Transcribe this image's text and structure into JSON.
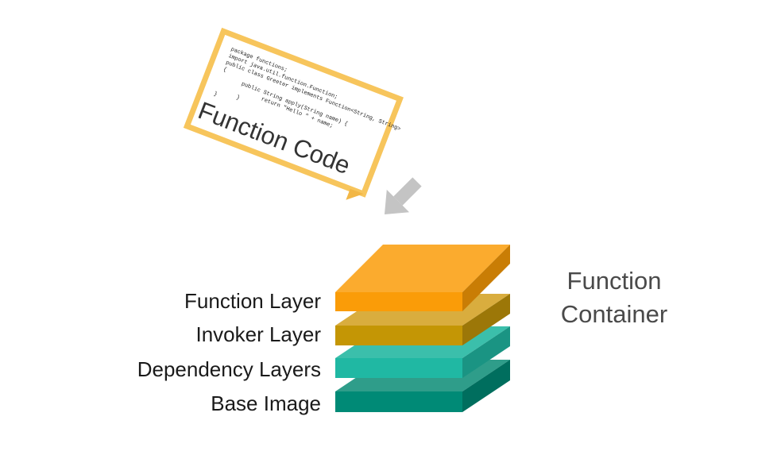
{
  "code_card": {
    "title": "Function Code",
    "code_lines": [
      "package functions;",
      "import java.util.function.Function;",
      "public class Greeter implements Function<String, String>",
      "{",
      "public String apply(String name) {",
      "return \"Hello \" + name;",
      "}",
      "}"
    ]
  },
  "layers": {
    "function": "Function Layer",
    "invoker": "Invoker Layer",
    "dependency": "Dependency Layers",
    "base": "Base Image"
  },
  "container_label": {
    "line1": "Function",
    "line2": "Container"
  },
  "colors": {
    "card_border": "#f7c55c",
    "card_fold": "#f2b746",
    "arrow": "#c4c4c4",
    "function_top": "#fbab2e",
    "function_front": "#fa9c08",
    "function_side": "#c97d05",
    "invoker_top": "#d9ad3e",
    "invoker_front": "#c49605",
    "invoker_side": "#9c7708",
    "dependency_top": "#3bbfab",
    "dependency_front": "#20b8a3",
    "dependency_side": "#1a9483",
    "base_top": "#2f9d8a",
    "base_front": "#008a76",
    "base_side": "#006e5e"
  }
}
